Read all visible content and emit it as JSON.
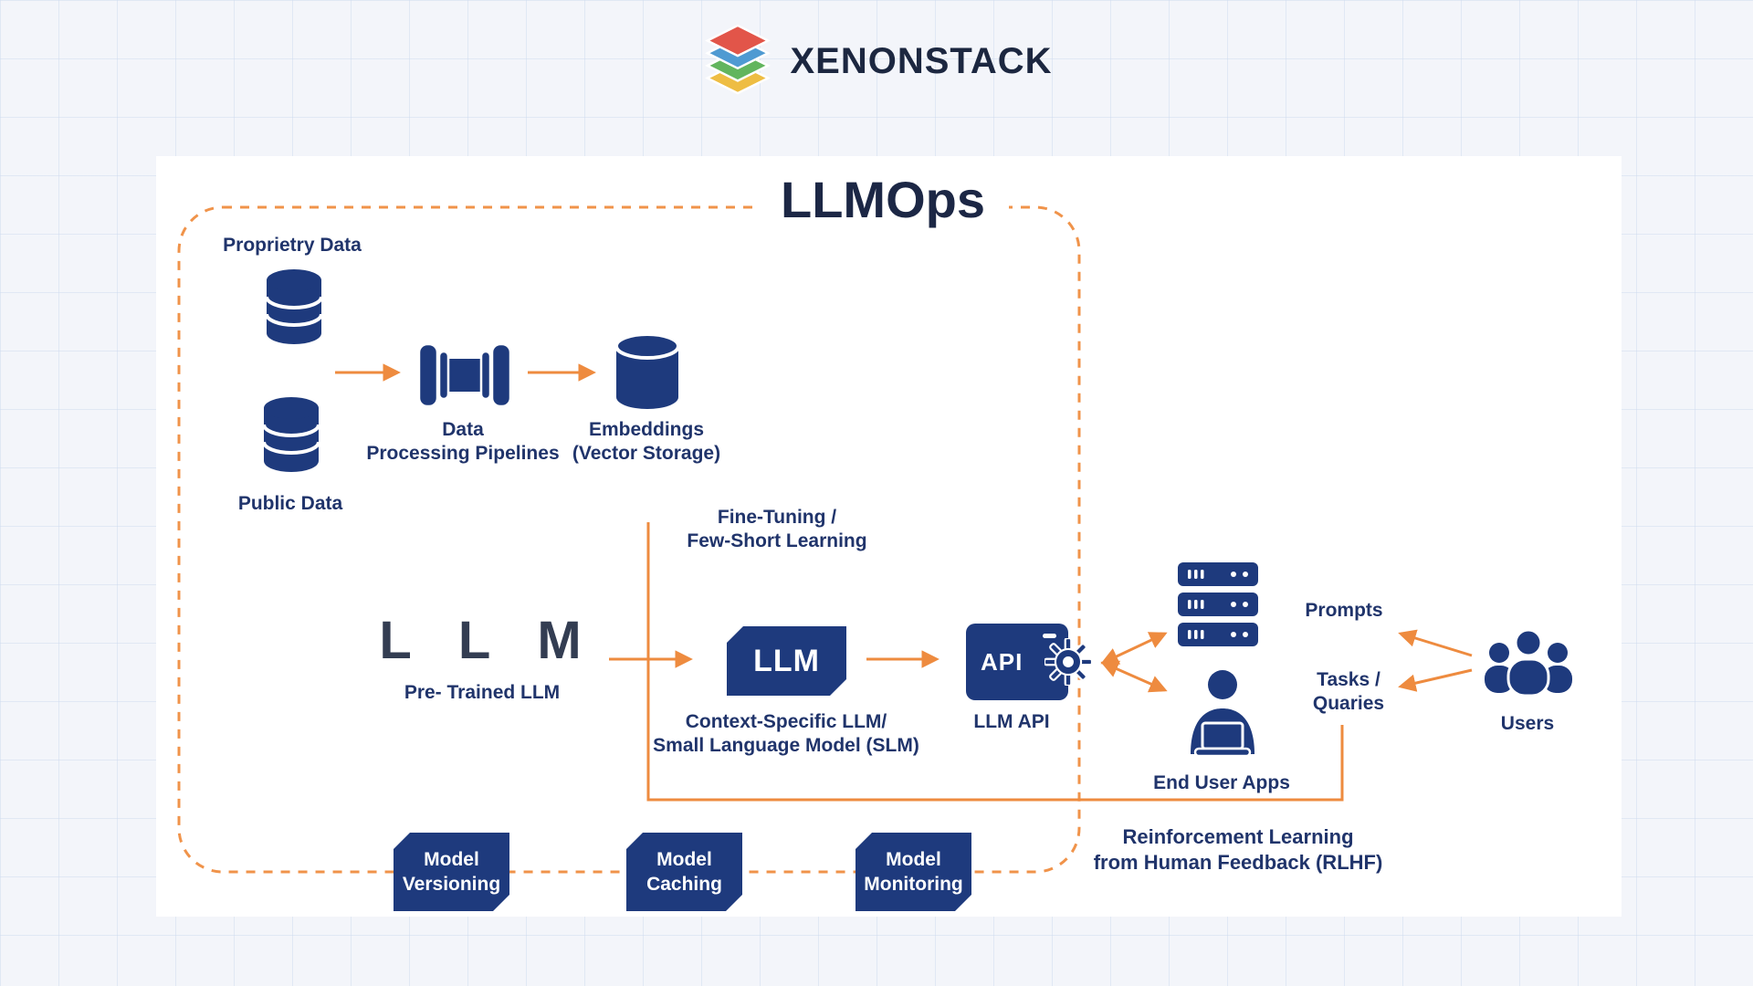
{
  "colors": {
    "navy": "#1e3a7d",
    "orange": "#ee8b3f",
    "border_orange": "#f0934a",
    "heading": "#1c2745",
    "label": "#20346b"
  },
  "header": {
    "brand": "XENONSTACK"
  },
  "diagram": {
    "title": "LLMOps",
    "proprietry_label": "Proprietry Data",
    "public_label": "Public Data",
    "pipeline_label_1": "Data",
    "pipeline_label_2": "Processing Pipelines",
    "embeddings_label_1": "Embeddings",
    "embeddings_label_2": "(Vector Storage)",
    "finetune_label_1": "Fine-Tuning /",
    "finetune_label_2": "Few-Short Learning",
    "pretrained_big": "L L M",
    "pretrained_label": "Pre- Trained LLM",
    "llm_box_label": "LLM",
    "context_label_1": "Context-Specific LLM/",
    "context_label_2": "Small Language Model (SLM)",
    "api_box_label": "API",
    "api_label": "LLM API",
    "prompts_label": "Prompts",
    "tasks_label_1": "Tasks /",
    "tasks_label_2": "Quaries",
    "end_user_label": "End User Apps",
    "users_label": "Users",
    "rlhf_label_1": "Reinforcement Learning",
    "rlhf_label_2": "from Human Feedback (RLHF)",
    "model_boxes": [
      {
        "line1": "Model",
        "line2": "Versioning"
      },
      {
        "line1": "Model",
        "line2": "Caching"
      },
      {
        "line1": "Model",
        "line2": "Monitoring"
      }
    ]
  }
}
